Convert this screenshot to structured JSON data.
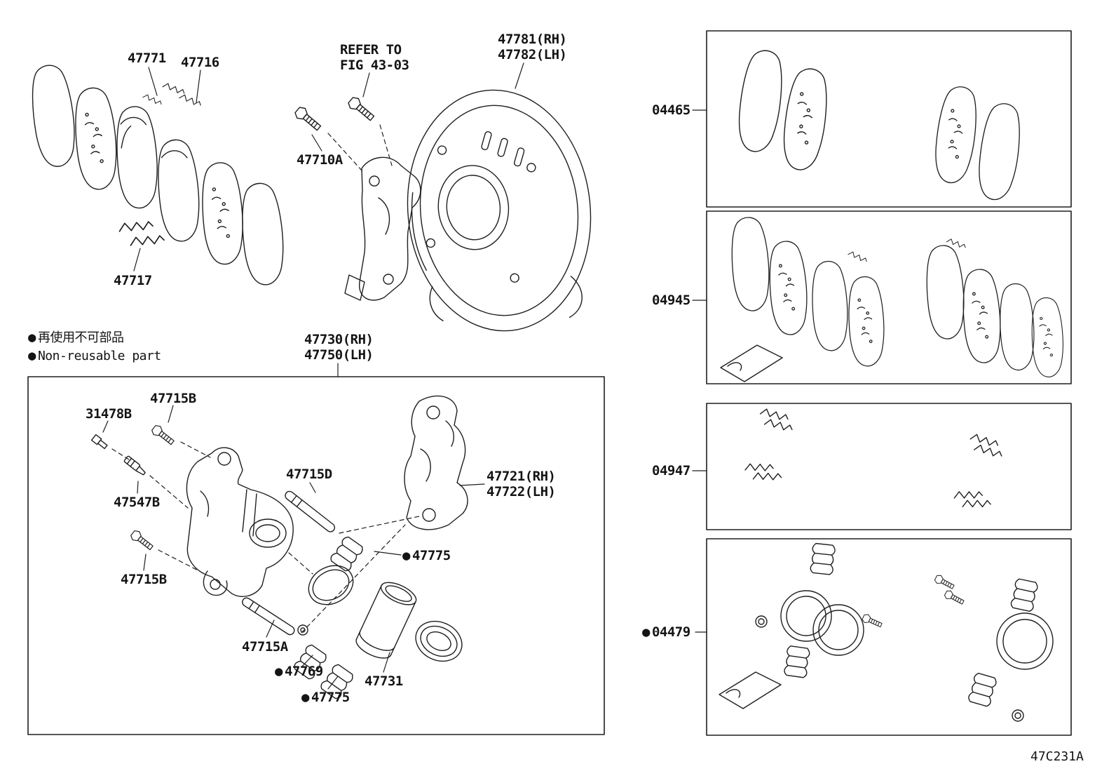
{
  "legend": {
    "bullet": "●",
    "jp": "再使用不可部品",
    "en": "Non-reusable part"
  },
  "labels": {
    "p47771": "47771",
    "p47716": "47716",
    "refer": "REFER TO\nFIG 43-03",
    "p47781": "47781(RH)\n47782(LH)",
    "p47710A": "47710A",
    "p47717": "47717",
    "p47730": "47730(RH)\n47750(LH)",
    "p47715B_top": "47715B",
    "p31478B": "31478B",
    "p47547B": "47547B",
    "p47715D": "47715D",
    "p47721": "47721(RH)\n47722(LH)",
    "p47715B_bottom": "47715B",
    "p47775_a": "47775",
    "p47715A": "47715A",
    "p47769": "47769",
    "p47731": "47731",
    "p47775_b": "47775",
    "k04465": "04465",
    "k04945": "04945",
    "k04947": "04947",
    "k04479": "04479"
  },
  "footer": {
    "figure_code": "47C231A"
  },
  "colors": {
    "line": "#1f1f1f",
    "background": "#ffffff"
  }
}
